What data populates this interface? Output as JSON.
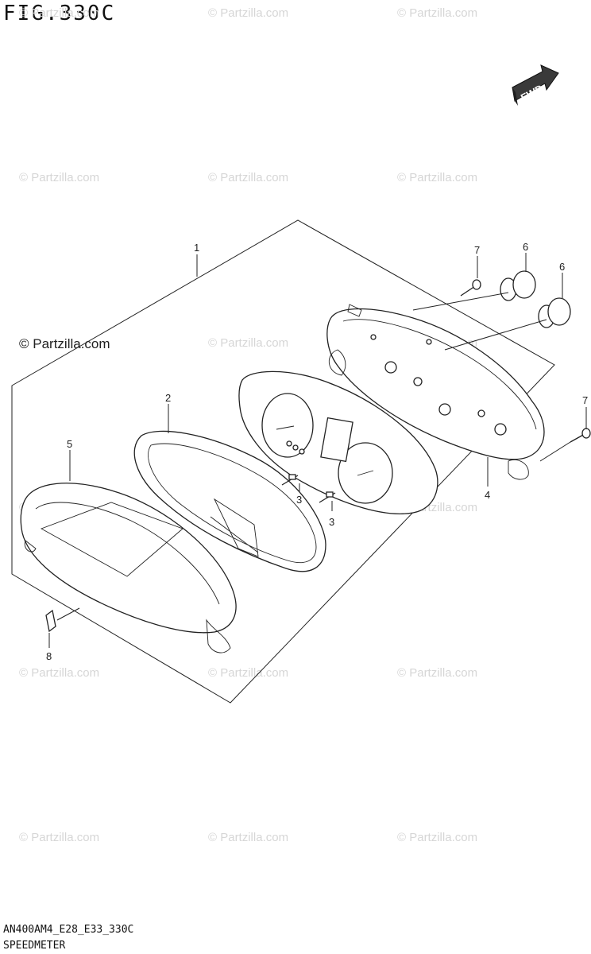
{
  "figure": {
    "title": "FIG.330C",
    "model_code": "AN400AM4_E28_E33_330C",
    "caption": "SPEEDMETER"
  },
  "watermark": {
    "text": "© Partzilla.com",
    "highlight_text": "© Partzilla.com"
  },
  "direction_badge": "FWD",
  "callouts": [
    "1",
    "2",
    "3",
    "3",
    "4",
    "5",
    "6",
    "6",
    "7",
    "7",
    "8"
  ]
}
